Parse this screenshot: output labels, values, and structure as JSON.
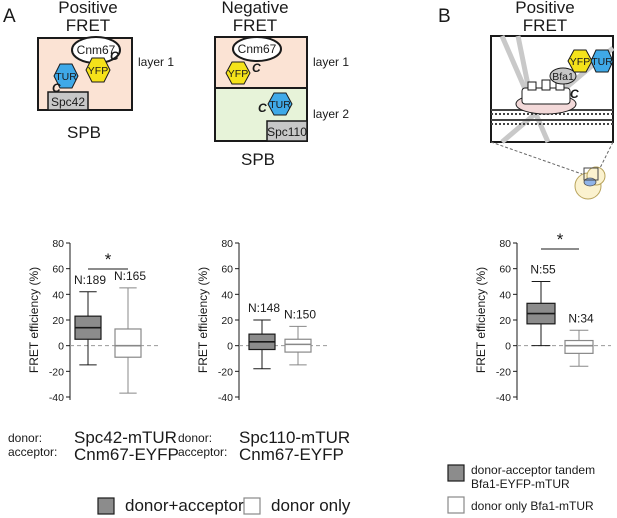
{
  "panels": {
    "a_letter": "A",
    "b_letter": "B"
  },
  "schematics": {
    "pos_title_1": "Positive",
    "pos_title_2": "FRET",
    "neg_title_1": "Negative",
    "neg_title_2": "FRET",
    "b_title_1": "Positive",
    "b_title_2": "FRET",
    "cnm67": "Cnm67",
    "yfp": "YFP",
    "tur": "TUR",
    "c": "C",
    "spc42": "Spc42",
    "spc110": "Spc110",
    "bfa1": "Bfa1",
    "layer1": "layer 1",
    "layer2": "layer 2",
    "spb": "SPB"
  },
  "colors": {
    "layer1_fill": "#fbe3d4",
    "layer2_fill": "#e7f3d9",
    "yfp": "#f5e21a",
    "tur": "#3fa9e8",
    "dark_box": "#8c8c8c",
    "gray_protein": "#c7c7c7"
  },
  "axis_ylabel": "FRET efficiency (%)",
  "row_labels": {
    "donor": "donor:",
    "acceptor": "acceptor:"
  },
  "chart_data": [
    {
      "type": "box",
      "ylabel": "FRET efficiency (%)",
      "ylim": [
        -40,
        80
      ],
      "yticks": [
        -40,
        -20,
        0,
        20,
        40,
        60,
        80
      ],
      "significance": "*",
      "donor": "Spc42-mTUR",
      "acceptor": "Cnm67-EYFP",
      "boxes": [
        {
          "label": "N:189",
          "fill": "dark",
          "whisker_low": -15,
          "q1": 5,
          "median": 14,
          "q3": 23,
          "whisker_high": 42
        },
        {
          "label": "N:165",
          "fill": "white",
          "whisker_low": -37,
          "q1": -9,
          "median": 0,
          "q3": 13,
          "whisker_high": 45
        }
      ]
    },
    {
      "type": "box",
      "ylabel": "FRET efficiency (%)",
      "ylim": [
        -40,
        80
      ],
      "yticks": [
        -40,
        -20,
        0,
        20,
        40,
        60,
        80
      ],
      "donor": "Spc110-mTUR",
      "acceptor": "Cnm67-EYFP",
      "boxes": [
        {
          "label": "N:148",
          "fill": "dark",
          "whisker_low": -18,
          "q1": -3,
          "median": 3,
          "q3": 9,
          "whisker_high": 20
        },
        {
          "label": "N:150",
          "fill": "white",
          "whisker_low": -15,
          "q1": -5,
          "median": 1,
          "q3": 5,
          "whisker_high": 15
        }
      ]
    },
    {
      "type": "box",
      "ylabel": "FRET efficiency (%)",
      "ylim": [
        -40,
        80
      ],
      "yticks": [
        -40,
        -20,
        0,
        20,
        40,
        60,
        80
      ],
      "significance": "*",
      "boxes": [
        {
          "label": "N:55",
          "fill": "dark",
          "whisker_low": 0,
          "q1": 17,
          "median": 25,
          "q3": 33,
          "whisker_high": 50
        },
        {
          "label": "N:34",
          "fill": "white",
          "whisker_low": -16,
          "q1": -6,
          "median": 0,
          "q3": 4,
          "whisker_high": 12
        }
      ]
    }
  ],
  "legend_a": {
    "dark_label": "donor+acceptor",
    "white_label": "donor only"
  },
  "legend_b": {
    "dark_label_1": "donor-acceptor tandem",
    "dark_label_2": "Bfa1-EYFP-mTUR",
    "white_label": "donor only Bfa1-mTUR"
  }
}
